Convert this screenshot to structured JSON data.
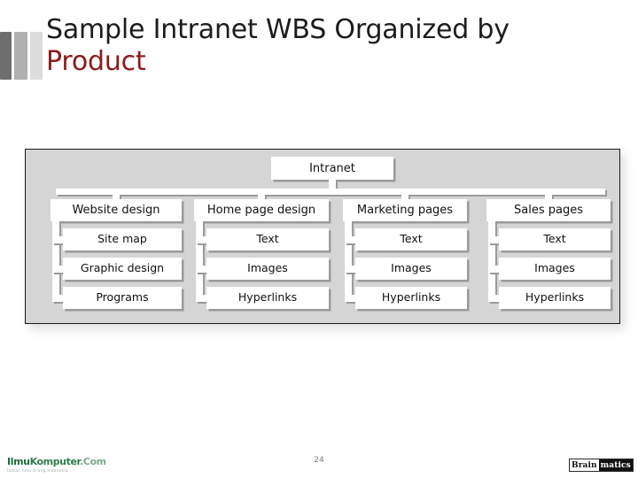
{
  "slide": {
    "title_line_1": "Sample Intranet WBS Organized by",
    "title_line_2": "Product",
    "title_accent_color": "#8c1a1a",
    "page_number": "24",
    "diagram_bg_color": "#d5d5d5",
    "node_fill_color": "#ffffff",
    "node_shadow_color": "#9a9a9a"
  },
  "diagram": {
    "type": "org-chart",
    "root": {
      "label": "Intranet"
    },
    "branches": [
      {
        "label": "Website design",
        "children": [
          {
            "label": "Site map"
          },
          {
            "label": "Graphic design"
          },
          {
            "label": "Programs"
          }
        ]
      },
      {
        "label": "Home page design",
        "children": [
          {
            "label": "Text"
          },
          {
            "label": "Images"
          },
          {
            "label": "Hyperlinks"
          }
        ]
      },
      {
        "label": "Marketing pages",
        "children": [
          {
            "label": "Text"
          },
          {
            "label": "Images"
          },
          {
            "label": "Hyperlinks"
          }
        ]
      },
      {
        "label": "Sales pages",
        "children": [
          {
            "label": "Text"
          },
          {
            "label": "Images"
          },
          {
            "label": "Hyperlinks"
          }
        ]
      }
    ]
  },
  "footer": {
    "logo_left": {
      "name": "ilmukomputer-logo",
      "part_1": "Ilmu",
      "part_2": "Komputer",
      "part_3": ".Com",
      "tagline": "Ikatan Ilmu Orang Indonesia"
    },
    "logo_right": {
      "name": "brainmatics-logo",
      "part_1": "Brain",
      "part_2": "matics"
    }
  }
}
